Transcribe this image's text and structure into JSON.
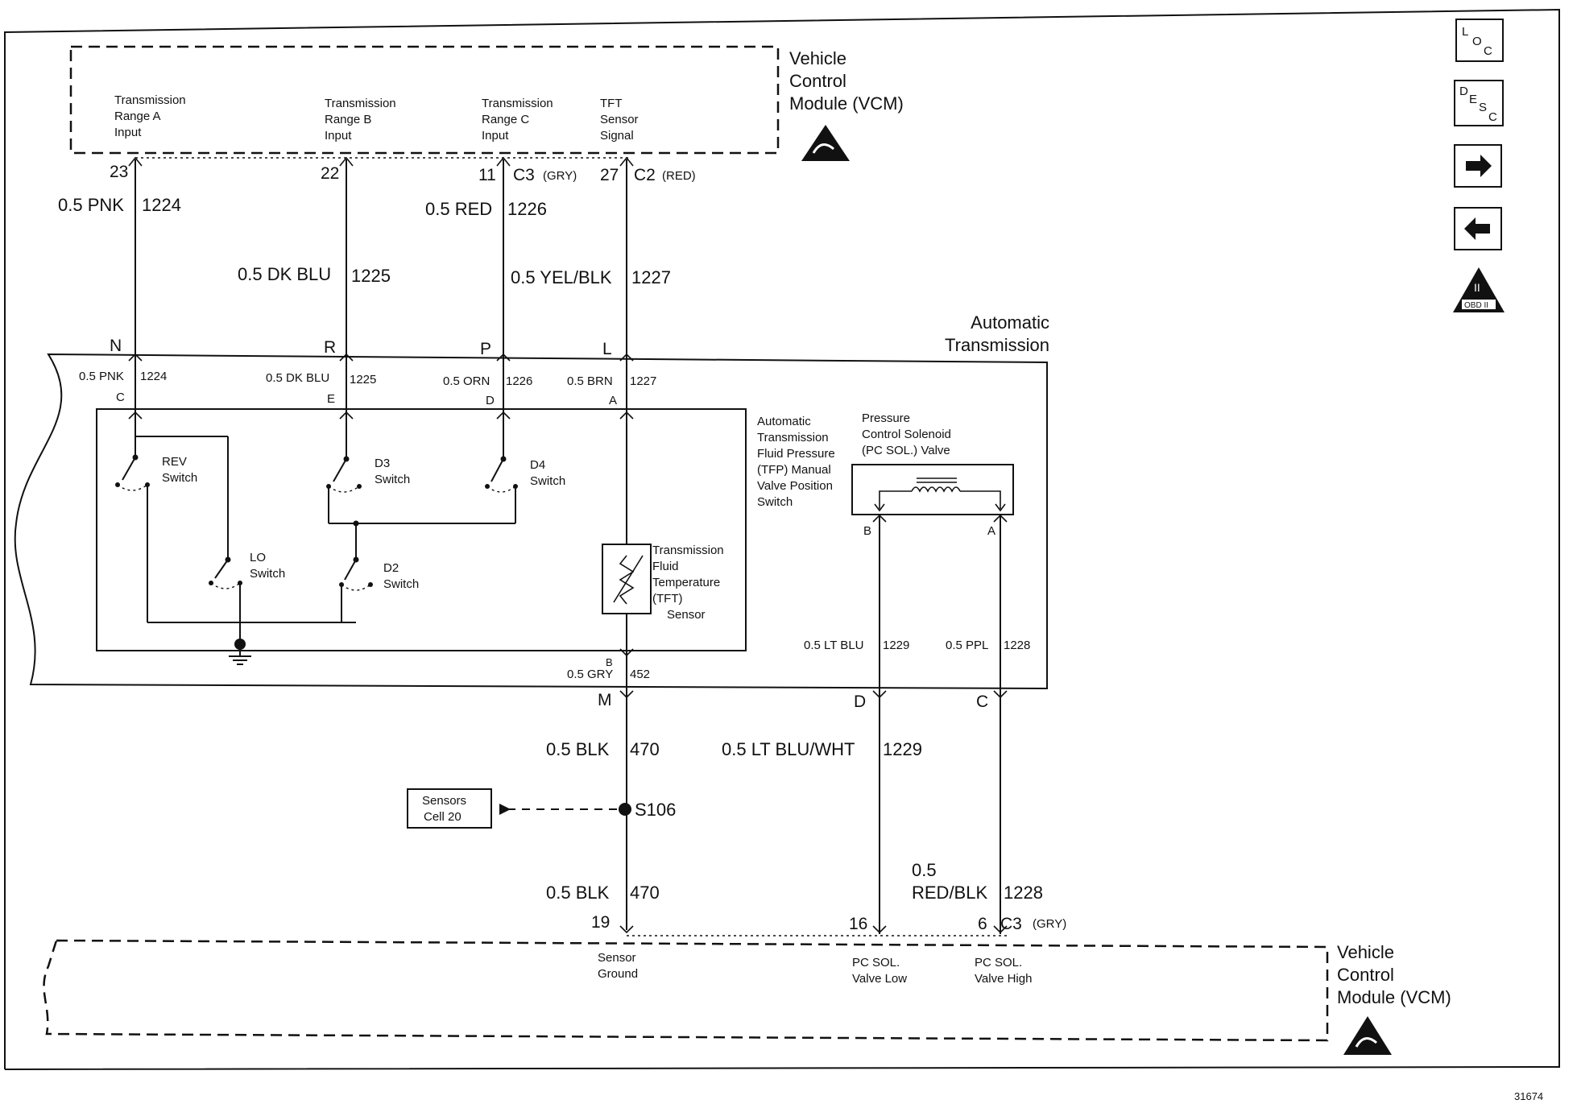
{
  "vcm_top": {
    "title": [
      "Vehicle",
      "Control",
      "Module (VCM)"
    ]
  },
  "vcm_bottom": {
    "title": [
      "Vehicle",
      "Control",
      "Module (VCM)"
    ]
  },
  "inputs": {
    "range_a": [
      "Transmission",
      "Range A",
      "Input"
    ],
    "range_b": [
      "Transmission",
      "Range B",
      "Input"
    ],
    "range_c": [
      "Transmission",
      "Range C",
      "Input"
    ],
    "tft_signal": [
      "TFT",
      "Sensor",
      "Signal"
    ]
  },
  "top_pins": {
    "p23": "23",
    "p22": "22",
    "p11": "11",
    "c3": "C3",
    "c3_color": "(GRY)",
    "p27": "27",
    "c2": "C2",
    "c2_color": "(RED)"
  },
  "top_wires": {
    "w1224": "0.5 PNK",
    "n1224": "1224",
    "w1225": "0.5 DK BLU",
    "n1225": "1225",
    "w1226": "0.5 RED",
    "n1226": "1226",
    "w1227": "0.5 YEL/BLK",
    "n1227": "1227"
  },
  "trans_pins": {
    "n": "N",
    "r": "R",
    "p": "P",
    "l": "L"
  },
  "transmission": {
    "title": [
      "Automatic",
      "Transmission"
    ]
  },
  "inner_wires": {
    "w1224": "0.5 PNK",
    "n1224": "1224",
    "w1225": "0.5 DK BLU",
    "n1225": "1225",
    "w1226": "0.5 ORN",
    "n1226": "1226",
    "w1227": "0.5 BRN",
    "n1227": "1227"
  },
  "inner_pins": {
    "c": "C",
    "e": "E",
    "d": "D",
    "a": "A",
    "b": "B",
    "sb": "B",
    "sa": "A"
  },
  "switches": {
    "rev": [
      "REV",
      "Switch"
    ],
    "lo": [
      "LO",
      "Switch"
    ],
    "d3": [
      "D3",
      "Switch"
    ],
    "d2": [
      "D2",
      "Switch"
    ],
    "d4": [
      "D4",
      "Switch"
    ]
  },
  "tfp": [
    "Automatic",
    "Transmission",
    "Fluid Pressure",
    "(TFP) Manual",
    "Valve Position",
    "Switch"
  ],
  "tft": [
    "Transmission",
    "Fluid",
    "Temperature",
    "(TFT)",
    "Sensor"
  ],
  "pcs": [
    "Pressure",
    "Control Solenoid",
    "(PC SOL.) Valve"
  ],
  "solenoid_wires": {
    "w1229": "0.5 LT BLU",
    "n1229": "1229",
    "w1228": "0.5 PPL",
    "n1228": "1228"
  },
  "ground_wire": {
    "w452": "0.5 GRY",
    "n452": "452"
  },
  "bottom_trans_pins": {
    "m": "M",
    "d": "D",
    "c": "C"
  },
  "bottom_wires": {
    "w470a": "0.5 BLK",
    "n470a": "470",
    "w1229": "0.5 LT BLU/WHT",
    "n1229": "1229",
    "w470b": "0.5 BLK",
    "n470b": "470",
    "w1228a": "0.5",
    "w1228b": "RED/BLK",
    "n1228": "1228"
  },
  "splice": {
    "label": "S106",
    "ref": [
      "Sensors",
      "Cell 20"
    ]
  },
  "bottom_pins": {
    "p19": "19",
    "p16": "16",
    "p6": "6",
    "c3": "C3",
    "c3_color": "(GRY)"
  },
  "bottom_labels": {
    "sensor_ground": [
      "Sensor",
      "Ground"
    ],
    "pc_low": [
      "PC SOL.",
      "Valve Low"
    ],
    "pc_high": [
      "PC SOL.",
      "Valve High"
    ]
  },
  "nav": {
    "loc": [
      "L",
      "O",
      "C"
    ],
    "desc": [
      "D",
      "E",
      "S",
      "C"
    ],
    "obd": "OBD II",
    "obd_num": "II"
  },
  "figure_number": "31674"
}
